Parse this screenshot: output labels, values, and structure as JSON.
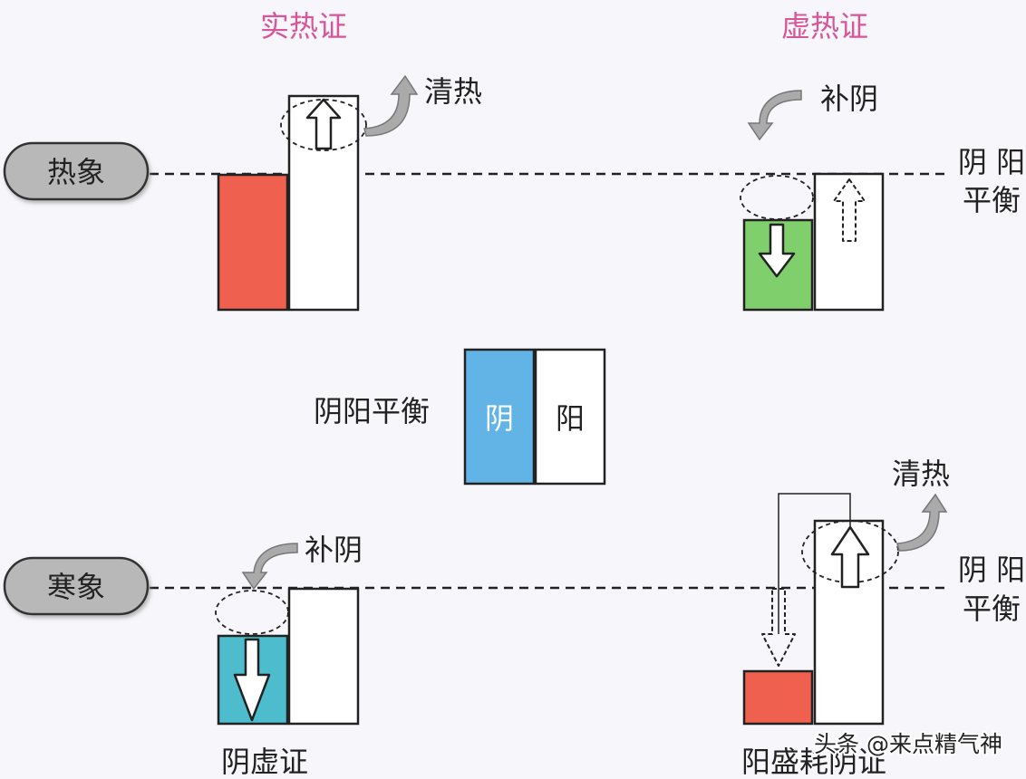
{
  "headings": {
    "excess_heat": "实热证",
    "deficiency_heat": "虚热证"
  },
  "row_labels": {
    "heat_sign": "热象",
    "cold_sign": "寒象"
  },
  "center": {
    "label": "阴阳平衡",
    "yin": "阴",
    "yang": "阳"
  },
  "balance_label": {
    "line1": "阴 阳",
    "line2": "平衡"
  },
  "actions": {
    "clear_heat": "清热",
    "tonify_yin": "补阴"
  },
  "captions": {
    "yin_deficiency": "阴虚证",
    "yang_excess_yin_depletion": "阳盛耗阴证"
  },
  "watermark": "头条 @来点精气神",
  "colors": {
    "red": "#f0604e",
    "green": "#7fcf6c",
    "blue": "#62b4e6",
    "cyan": "#4dbccd",
    "heading_pink": "#d9559a",
    "pill_gray": "#b8b8b8"
  }
}
